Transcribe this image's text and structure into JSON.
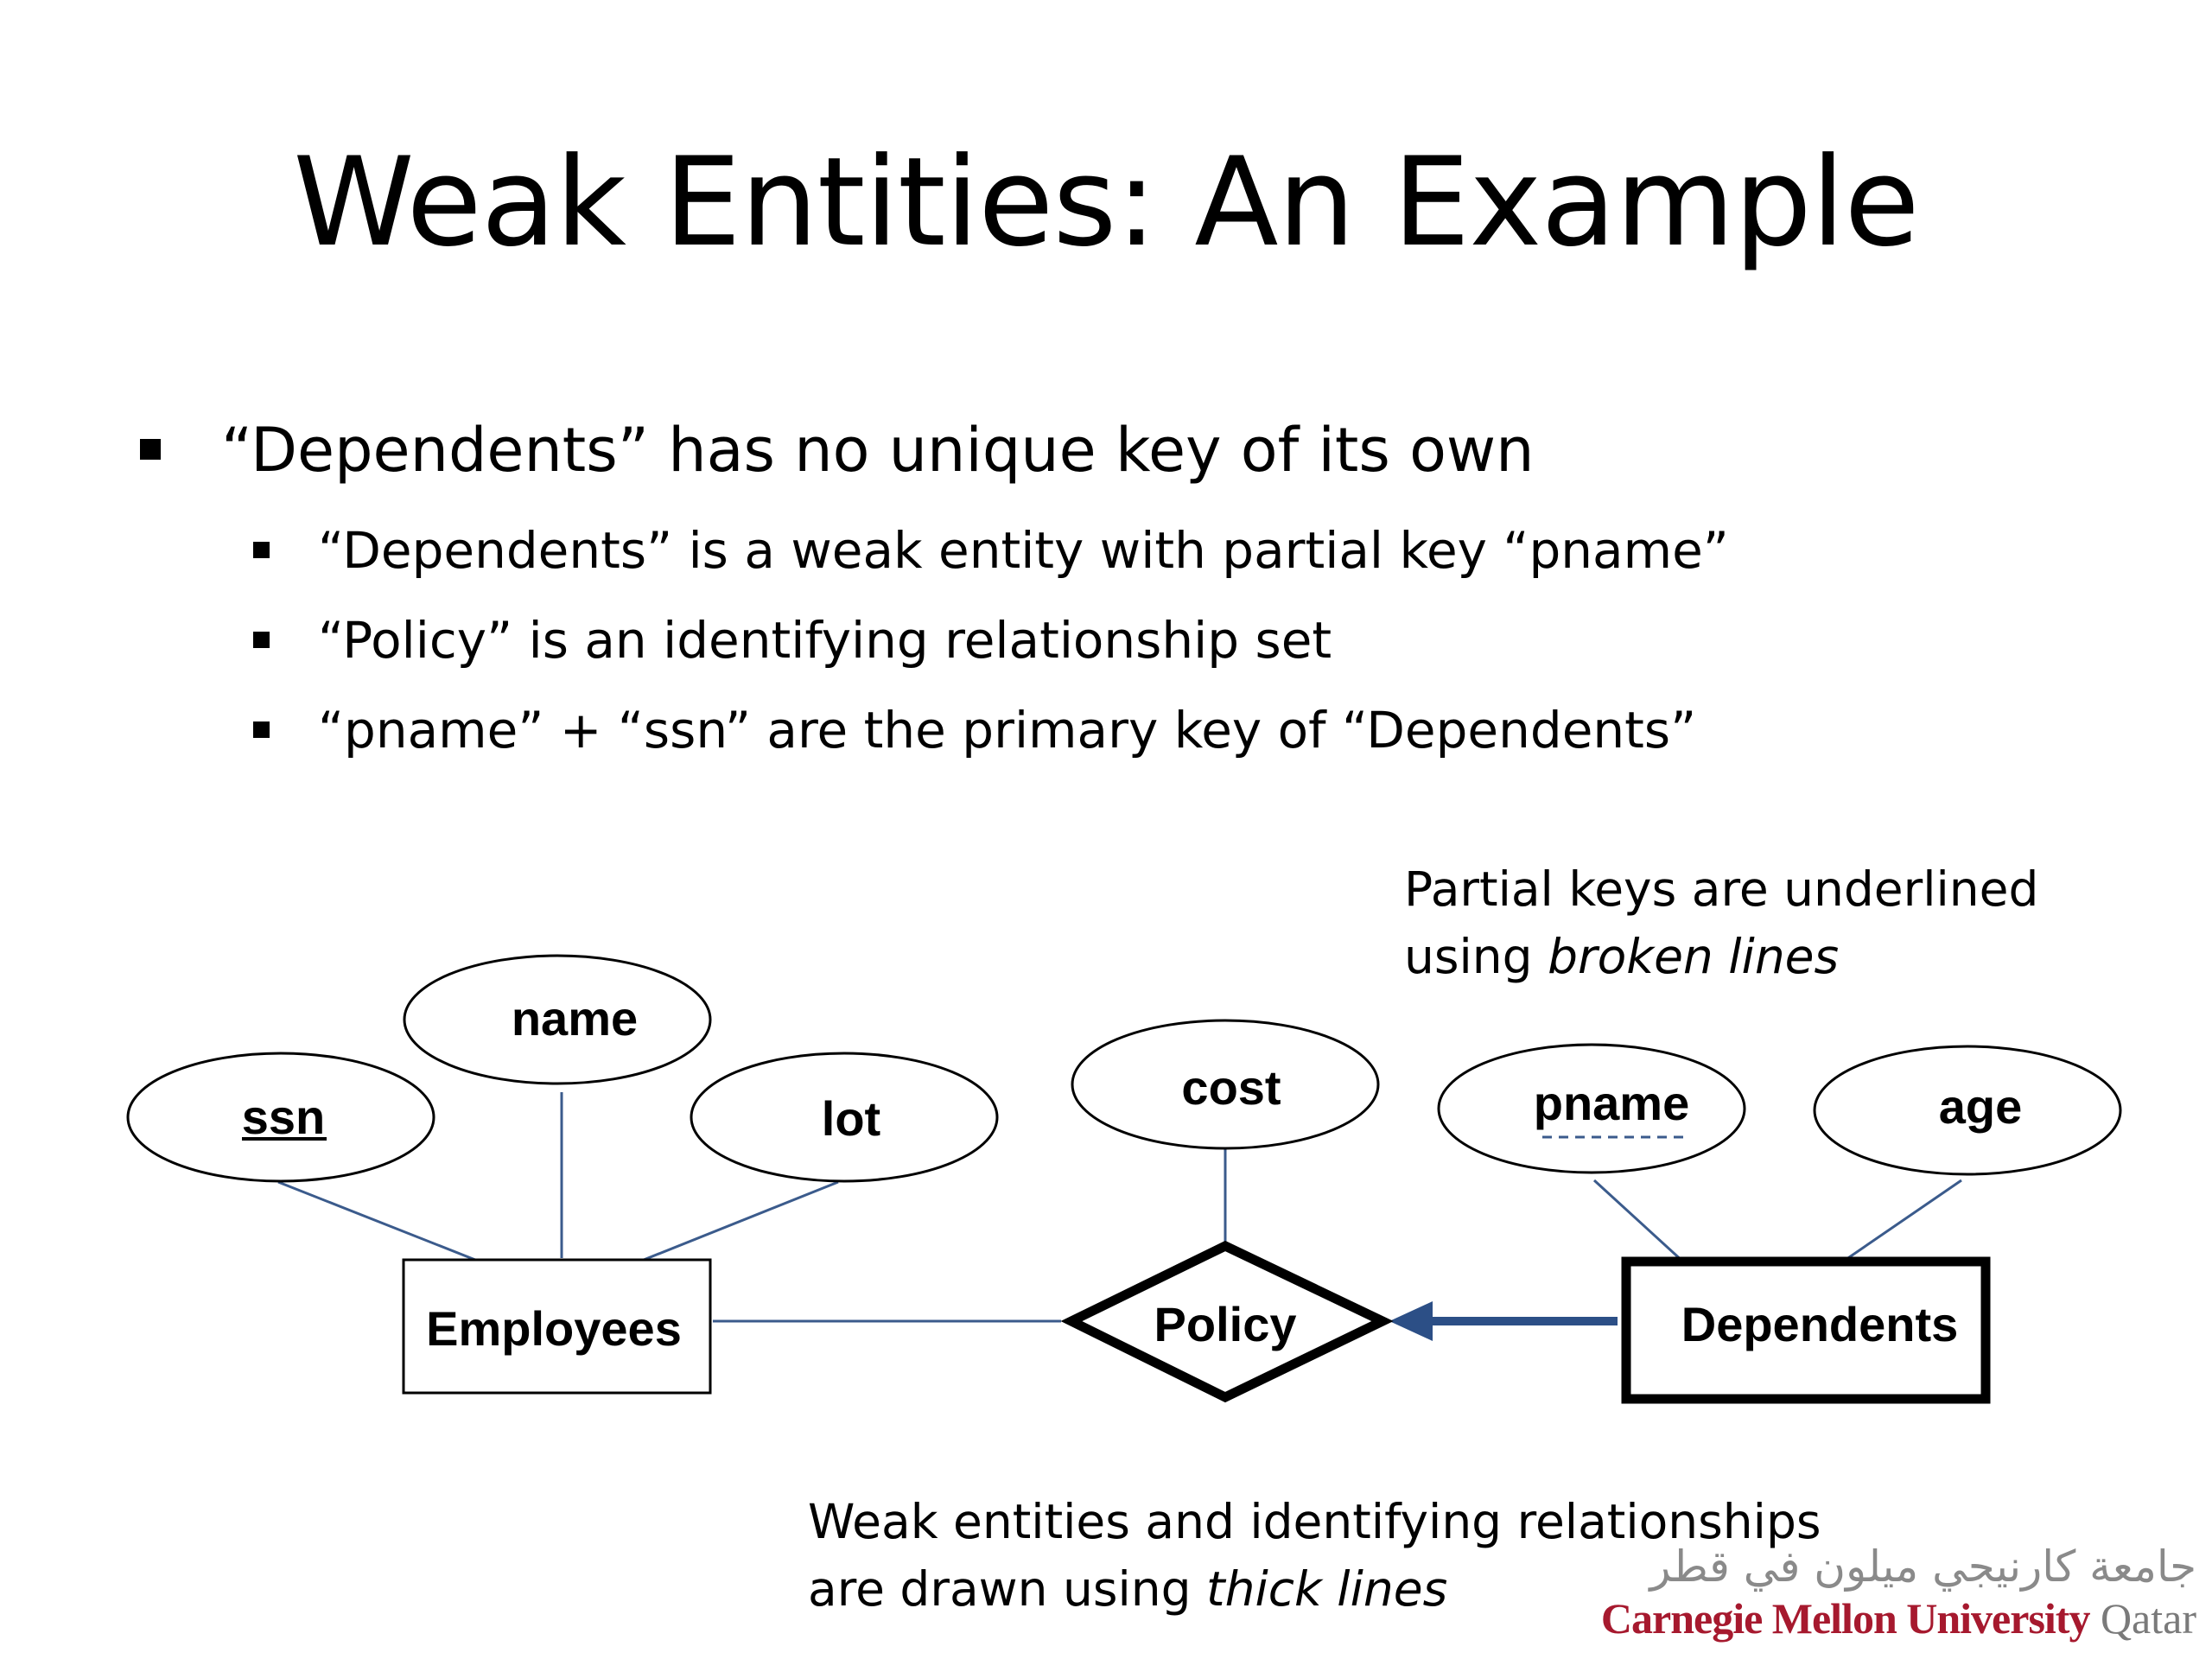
{
  "title": "Weak Entities: An Example",
  "bullets": {
    "main": "“Dependents” has no unique key of its own",
    "sub": [
      "“Dependents” is a weak entity with partial key “pname”",
      "“Policy” is an identifying relationship set",
      "“pname” + “ssn” are the primary key of “Dependents”"
    ]
  },
  "notes": {
    "partial_keys_line1": "Partial keys are underlined",
    "partial_keys_line2_prefix": "using ",
    "partial_keys_line2_italic": "broken lines",
    "weak_line1": "Weak entities and identifying relationships",
    "weak_line2_prefix": "are drawn using ",
    "weak_line2_italic": "thick lines"
  },
  "diagram": {
    "entities": {
      "employees": "Employees",
      "dependents": "Dependents"
    },
    "relationship": "Policy",
    "attributes": {
      "ssn": "ssn",
      "name": "name",
      "lot": "lot",
      "cost": "cost",
      "pname": "pname",
      "age": "age"
    },
    "colors": {
      "connector": "#3b5b8c",
      "arrow": "#2c4f86",
      "outline": "#000000"
    }
  },
  "logo": {
    "arabic": "جامعة كارنيجي ميلون في قطر",
    "name": "Carnegie Mellon University",
    "campus": "Qatar"
  }
}
